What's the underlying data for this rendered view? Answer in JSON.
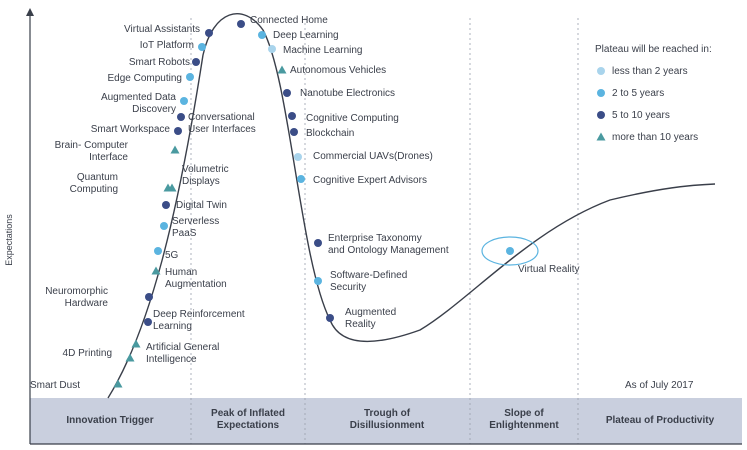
{
  "axis": {
    "y_label": "Expectations"
  },
  "as_of": "As of July 2017",
  "colors": {
    "less_than_2": "#a9d4ec",
    "two_to_5": "#5bb4e0",
    "five_to_10": "#3b4d87",
    "more_than_10": "#4a9aa0",
    "curve": "#3a3f4a",
    "band": "#c9cfde"
  },
  "legend": {
    "title": "Plateau will be reached in:",
    "items": [
      {
        "label": "less than 2 years",
        "marker": "circle",
        "color": "#a9d4ec"
      },
      {
        "label": "2 to 5 years",
        "marker": "circle",
        "color": "#5bb4e0"
      },
      {
        "label": "5 to 10 years",
        "marker": "circle",
        "color": "#3b4d87"
      },
      {
        "label": "more than 10 years",
        "marker": "triangle",
        "color": "#4a9aa0"
      }
    ]
  },
  "phases": [
    {
      "lines": [
        "Innovation Trigger"
      ]
    },
    {
      "lines": [
        "Peak of Inflated",
        "Expectations"
      ]
    },
    {
      "lines": [
        "Trough of",
        "Disillusionment"
      ]
    },
    {
      "lines": [
        "Slope of",
        "Enlightenment"
      ]
    },
    {
      "lines": [
        "Plateau of Productivity"
      ]
    }
  ],
  "technologies": [
    {
      "lines": [
        "Smart Dust"
      ],
      "marker": "triangle",
      "color": "#4a9aa0"
    },
    {
      "lines": [
        "4D Printing"
      ],
      "marker": "triangle",
      "color": "#4a9aa0"
    },
    {
      "lines": [
        "Artificial General",
        "Intelligence"
      ],
      "marker": "triangle",
      "color": "#4a9aa0"
    },
    {
      "lines": [
        "Deep Reinforcement",
        "Learning"
      ],
      "marker": "circle",
      "color": "#3b4d87"
    },
    {
      "lines": [
        "Neuromorphic",
        "Hardware"
      ],
      "marker": "circle",
      "color": "#3b4d87"
    },
    {
      "lines": [
        "Human",
        "Augmentation"
      ],
      "marker": "triangle",
      "color": "#4a9aa0"
    },
    {
      "lines": [
        "5G"
      ],
      "marker": "circle",
      "color": "#5bb4e0"
    },
    {
      "lines": [
        "Serverless",
        "PaaS"
      ],
      "marker": "circle",
      "color": "#5bb4e0"
    },
    {
      "lines": [
        "Digital Twin"
      ],
      "marker": "circle",
      "color": "#3b4d87"
    },
    {
      "lines": [
        "Volumetric",
        "Displays"
      ],
      "marker": "triangle",
      "color": "#4a9aa0"
    },
    {
      "lines": [
        "Quantum",
        "Computing"
      ],
      "marker": "triangle",
      "color": "#4a9aa0"
    },
    {
      "lines": [
        "Brain- Computer",
        "Interface"
      ],
      "marker": "triangle",
      "color": "#4a9aa0"
    },
    {
      "lines": [
        "Smart Workspace"
      ],
      "marker": "circle",
      "color": "#3b4d87"
    },
    {
      "lines": [
        "Conversational",
        "User Interfaces"
      ],
      "marker": "circle",
      "color": "#3b4d87"
    },
    {
      "lines": [
        "Augmented Data",
        "Discovery"
      ],
      "marker": "circle",
      "color": "#5bb4e0"
    },
    {
      "lines": [
        "Edge Computing"
      ],
      "marker": "circle",
      "color": "#5bb4e0"
    },
    {
      "lines": [
        "Smart Robots"
      ],
      "marker": "circle",
      "color": "#3b4d87"
    },
    {
      "lines": [
        "IoT Platform"
      ],
      "marker": "circle",
      "color": "#5bb4e0"
    },
    {
      "lines": [
        "Virtual Assistants"
      ],
      "marker": "circle",
      "color": "#3b4d87"
    },
    {
      "lines": [
        "Connected Home"
      ],
      "marker": "circle",
      "color": "#3b4d87"
    },
    {
      "lines": [
        "Deep Learning"
      ],
      "marker": "circle",
      "color": "#5bb4e0"
    },
    {
      "lines": [
        "Machine Learning"
      ],
      "marker": "circle",
      "color": "#a9d4ec"
    },
    {
      "lines": [
        "Autonomous Vehicles"
      ],
      "marker": "triangle",
      "color": "#4a9aa0"
    },
    {
      "lines": [
        "Nanotube Electronics"
      ],
      "marker": "circle",
      "color": "#3b4d87"
    },
    {
      "lines": [
        "Cognitive Computing"
      ],
      "marker": "circle",
      "color": "#3b4d87"
    },
    {
      "lines": [
        "Blockchain"
      ],
      "marker": "circle",
      "color": "#3b4d87"
    },
    {
      "lines": [
        "Commercial UAVs(Drones)"
      ],
      "marker": "circle",
      "color": "#a9d4ec"
    },
    {
      "lines": [
        "Cognitive Expert Advisors"
      ],
      "marker": "circle",
      "color": "#5bb4e0"
    },
    {
      "lines": [
        "Enterprise Taxonomy",
        "and Ontology Management"
      ],
      "marker": "circle",
      "color": "#3b4d87"
    },
    {
      "lines": [
        "Software-Defined",
        "Security"
      ],
      "marker": "circle",
      "color": "#5bb4e0"
    },
    {
      "lines": [
        "Augmented",
        "Reality"
      ],
      "marker": "circle",
      "color": "#3b4d87"
    },
    {
      "lines": [
        "Virtual Reality"
      ],
      "marker": "circle",
      "color": "#5bb4e0"
    }
  ]
}
